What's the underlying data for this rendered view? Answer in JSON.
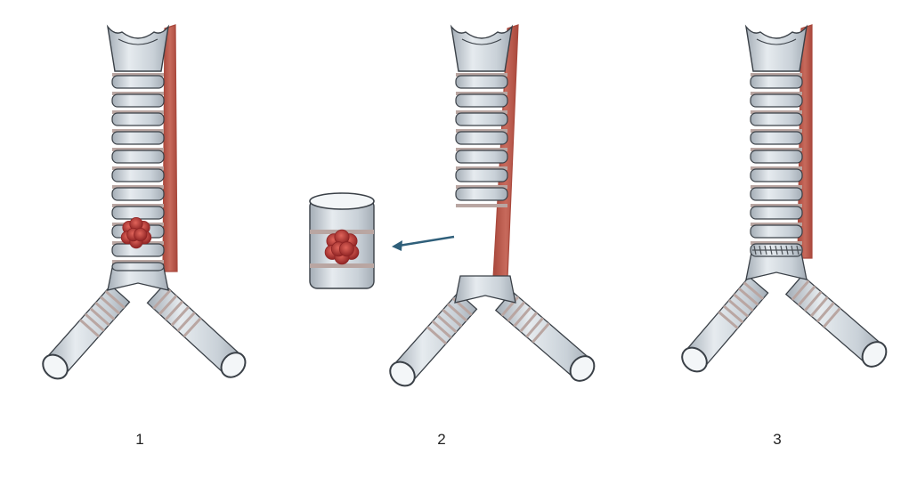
{
  "steps": [
    {
      "number": "1"
    },
    {
      "number": "2"
    },
    {
      "number": "3"
    }
  ],
  "colors": {
    "cartilage_light": "#e6ebef",
    "cartilage_mid": "#c9d1d8",
    "cartilage_dark": "#a4adb6",
    "outline": "#3a4047",
    "membrane": "#b9a6a2",
    "esophagus": "#c76a5c",
    "esophagus_dark": "#a9483c",
    "tumor": "#c8403a",
    "tumor_dark": "#8f2424",
    "arrow": "#2f5f7a",
    "suture": "#4a4f55"
  },
  "icons": {
    "arrow": "arrow-left-icon",
    "tumor": "tumor-icon",
    "suture": "suture-icon"
  }
}
